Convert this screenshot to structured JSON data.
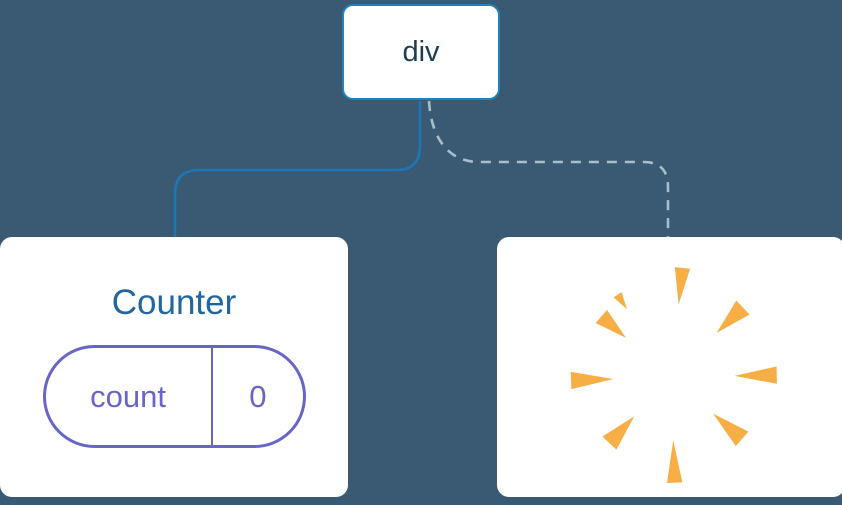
{
  "diagram": {
    "root_node": {
      "label": "div"
    },
    "left_card": {
      "title": "Counter",
      "state_pill": {
        "key": "count",
        "value": "0"
      }
    },
    "right_card": {
      "icon": "poof-starburst-icon"
    }
  },
  "colors": {
    "background": "#3A5A74",
    "card_bg": "#FFFFFF",
    "node_border": "#1E83C2",
    "node_text": "#1C3D53",
    "solid_line": "#1C77B4",
    "dashed_line": "#A5BFD1",
    "title_text": "#2166A0",
    "pill_accent": "#6865C9",
    "poof": "#F6AE45"
  }
}
